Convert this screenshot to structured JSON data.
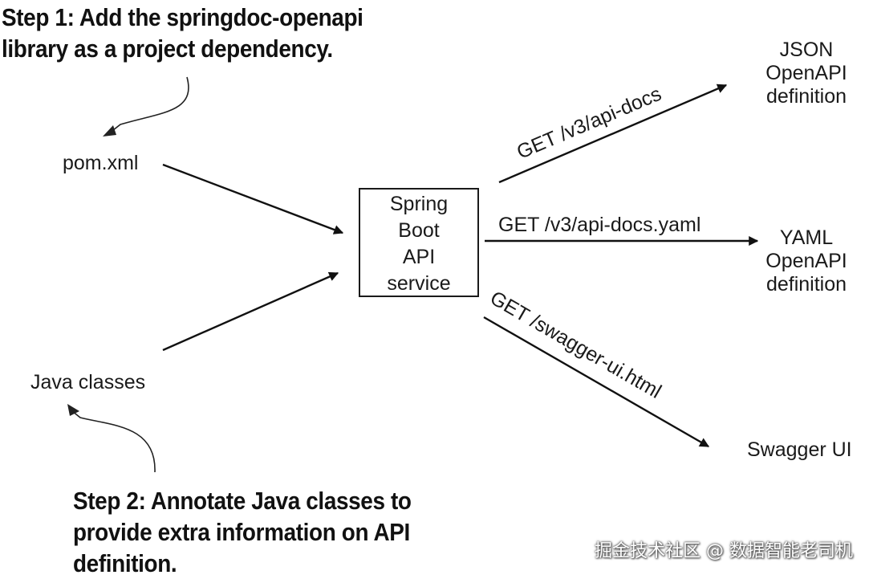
{
  "step1": {
    "lines": [
      "Step 1: Add the springdoc-openapi",
      "library as a project dependency."
    ]
  },
  "step2": {
    "lines": [
      "Step 2: Annotate Java classes to",
      "provide extra information on API",
      "definition."
    ]
  },
  "inputs": {
    "pom": "pom.xml",
    "java": "Java classes"
  },
  "service": {
    "lines": [
      "Spring",
      "Boot",
      "API",
      "service"
    ]
  },
  "routes": {
    "json": "GET /v3/api-docs",
    "yaml": "GET /v3/api-docs.yaml",
    "swagger": "GET /swagger-ui.html"
  },
  "outputs": {
    "json": [
      "JSON",
      "OpenAPI",
      "definition"
    ],
    "yaml": [
      "YAML",
      "OpenAPI",
      "definition"
    ],
    "swagger": "Swagger UI"
  },
  "watermark": "掘金技术社区 @ 数据智能老司机"
}
